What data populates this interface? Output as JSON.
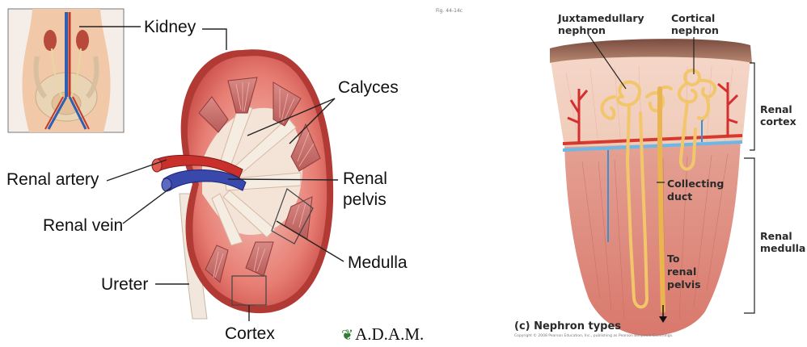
{
  "left_diagram": {
    "labels": {
      "kidney": "Kidney",
      "calyces": "Calyces",
      "renal_artery": "Renal artery",
      "renal_pelvis_1": "Renal",
      "renal_pelvis_2": "pelvis",
      "renal_vein": "Renal vein",
      "medulla": "Medulla",
      "ureter": "Ureter",
      "cortex": "Cortex"
    },
    "logo_text": "A.D.A.M."
  },
  "right_diagram": {
    "fig_ref": "Fig. 44-14c",
    "labels": {
      "juxta_1": "Juxtamedullary",
      "juxta_2": "nephron",
      "cortical_1": "Cortical",
      "cortical_2": "nephron",
      "renal_cortex_1": "Renal",
      "renal_cortex_2": "cortex",
      "collecting_1": "Collecting",
      "collecting_2": "duct",
      "to_renal_1": "To",
      "to_renal_2": "renal",
      "to_renal_3": "pelvis",
      "renal_medulla_1": "Renal",
      "renal_medulla_2": "medulla"
    },
    "caption": "(c) Nephron types",
    "copyright": "Copyright © 2008 Pearson Education, Inc., publishing as Pearson Benjamin Cummings."
  }
}
